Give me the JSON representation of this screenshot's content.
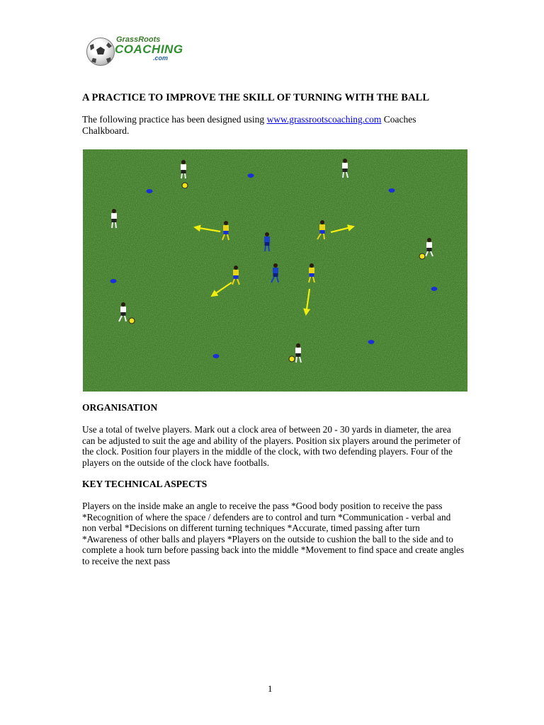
{
  "logo": {
    "line1": "GrassRoots",
    "line2": "COACHING",
    "line3": ".com"
  },
  "title": "A PRACTICE TO IMPROVE THE SKILL OF TURNING WITH THE BALL",
  "intro": {
    "before": "The following practice has been designed using ",
    "link": "www.grassrootscoaching.com",
    "after": " Coaches Chalkboard."
  },
  "colors": {
    "grass": "#3f7a2a",
    "cone": "#1a2fd6",
    "attacker_shirt": "#e8d21a",
    "defender_shirt": "#1a3fc9",
    "outside_shirt": "#ffffff",
    "arrow": "#f2ee10"
  },
  "organisation": {
    "heading": "ORGANISATION",
    "text": "Use a total of twelve players. Mark out a clock area of between 20 - 30 yards in diameter, the area can be adjusted to suit the age and ability of the players. Position six players around the perimeter of the clock. Position four players in the middle of the clock, with two defending players. Four of the players on the outside of the clock have footballs."
  },
  "key_aspects": {
    "heading": "KEY TECHNICAL ASPECTS",
    "text": "Players on the inside make an angle to receive the pass *Good body position to receive the pass *Recognition of where the space / defenders are to control and turn *Communication - verbal and non verbal *Decisions on different turning techniques *Accurate, timed passing after turn *Awareness of other balls and players *Players on the outside to cushion the ball to the side and to complete a hook turn before passing back into the middle *Movement to find space and create angles to receive the next pass"
  },
  "page_number": "1"
}
